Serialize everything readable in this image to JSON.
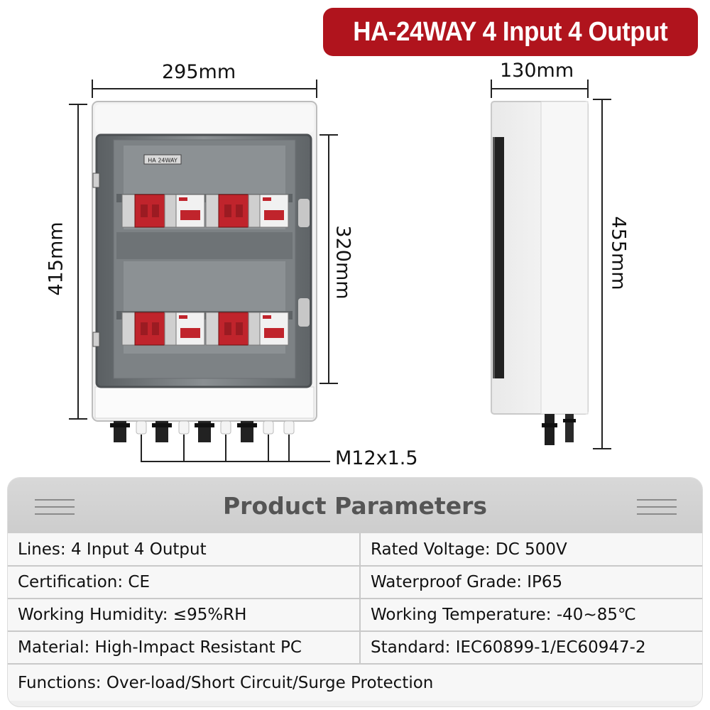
{
  "title": "HA-24WAY  4 Input 4 Output",
  "front_view": {
    "width_label": "295mm",
    "height_label": "415mm",
    "inner_height_label": "320mm",
    "plate_label": "HA 24WAY",
    "gland_label": "M12x1.5"
  },
  "side_view": {
    "depth_label": "130mm",
    "height_label": "455mm"
  },
  "colors": {
    "title_bg": "#b0141d",
    "breaker_red": "#c0242c"
  },
  "params": {
    "title": "Product Parameters",
    "rows": [
      [
        "Lines: 4 Input 4 Output",
        "Rated Voltage: DC 500V"
      ],
      [
        "Certification: CE",
        "Waterproof Grade: IP65"
      ],
      [
        "Working Humidity: ≤95%RH",
        "Working Temperature: -40~85℃"
      ],
      [
        "Material: High-Impact Resistant PC",
        "Standard: IEC60899-1/EC60947-2"
      ]
    ],
    "footer": "Functions: Over-load/Short Circuit/Surge Protection"
  }
}
